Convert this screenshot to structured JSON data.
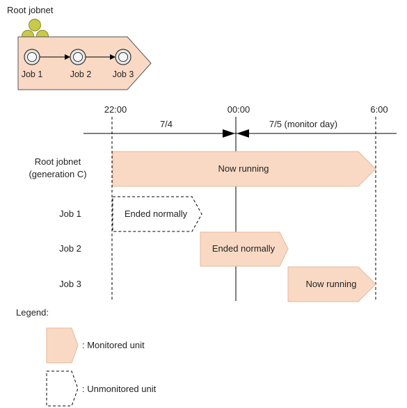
{
  "jobnet_icon": {
    "title": "Root jobnet",
    "jobs": [
      "Job 1",
      "Job 2",
      "Job 3"
    ]
  },
  "timeline": {
    "times": [
      "22:00",
      "00:00",
      "6:00"
    ],
    "days": [
      "7/4",
      "7/5 (monitor day)"
    ]
  },
  "rows": {
    "root": {
      "label_line1": "Root jobnet",
      "label_line2": "(generation C)",
      "status": "Now running"
    },
    "job1": {
      "label": "Job 1",
      "status": "Ended normally"
    },
    "job2": {
      "label": "Job 2",
      "status": "Ended normally"
    },
    "job3": {
      "label": "Job 3",
      "status": "Now running"
    }
  },
  "legend": {
    "title": "Legend:",
    "monitored": ": Monitored unit",
    "unmonitored": ": Unmonitored unit"
  },
  "colors": {
    "fill": "#f9d9c4",
    "stroke": "#d9a88a",
    "coin": "#c9c94a",
    "line": "#000000"
  }
}
